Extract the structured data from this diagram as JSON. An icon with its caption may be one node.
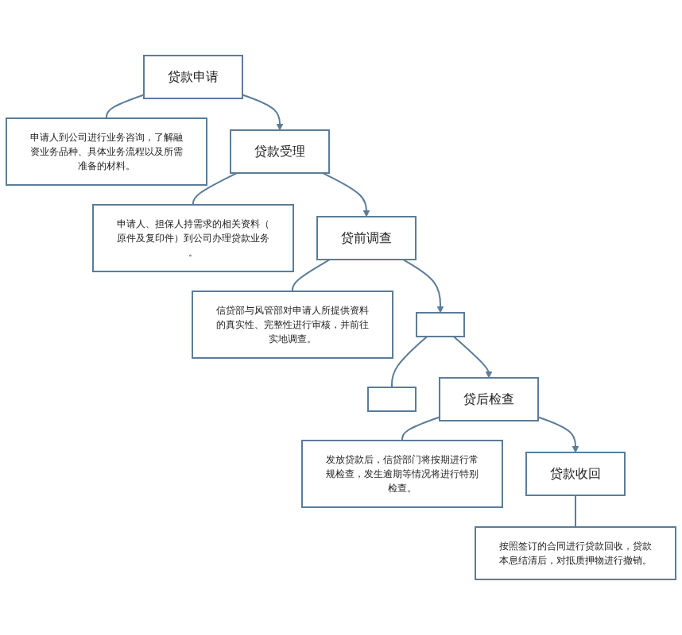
{
  "diagram": {
    "nodes": [
      {
        "text": [
          "贷款申请"
        ]
      },
      {
        "text": [
          "申请人到公司进行业务咨询，了解融资业务品种、具体业务流程以及所需准备的材料。"
        ]
      },
      {
        "text": [
          "贷款受理"
        ]
      },
      {
        "text": [
          "申请人、担保人持需求的相关资料（原件及复印件）到公司办理贷款业务。"
        ]
      },
      {
        "text": [
          "贷前调查"
        ]
      },
      {
        "text": [
          "信贷部与风管部对申请人所提供资料的真实性、完整性进行审核，并前往实地调查。"
        ]
      },
      {
        "text": [],
        "shape": "box"
      },
      {
        "text": [],
        "shape": "box"
      },
      {
        "text": [
          "贷后检查"
        ]
      },
      {
        "text": [
          "发放贷款后，信贷部门将按期进行常规检查，发生逾期等情况将进行特别检查。"
        ]
      },
      {
        "text": [
          "贷款收回"
        ]
      },
      {
        "text": [
          "按照签订的合同进行贷款回收，贷款本息结清后，对抵质押物进行撤销。"
        ]
      }
    ],
    "edges": [
      {
        "from": 0,
        "to": 1,
        "arrow": "none"
      },
      {
        "from": 0,
        "to": 2,
        "arrow": "to"
      },
      {
        "from": 2,
        "to": 3,
        "arrow": "none"
      },
      {
        "from": 2,
        "to": 4,
        "arrow": "to"
      },
      {
        "from": 4,
        "to": 5,
        "arrow": "none"
      },
      {
        "from": 4,
        "to": 6,
        "arrow": "to"
      },
      {
        "from": 6,
        "to": 7,
        "arrow": "none"
      },
      {
        "from": 6,
        "to": 8,
        "arrow": "to"
      },
      {
        "from": 8,
        "to": 9,
        "arrow": "none"
      },
      {
        "from": 8,
        "to": 10,
        "arrow": "to"
      },
      {
        "from": 10,
        "to": 11,
        "arrow": "none"
      }
    ]
  }
}
